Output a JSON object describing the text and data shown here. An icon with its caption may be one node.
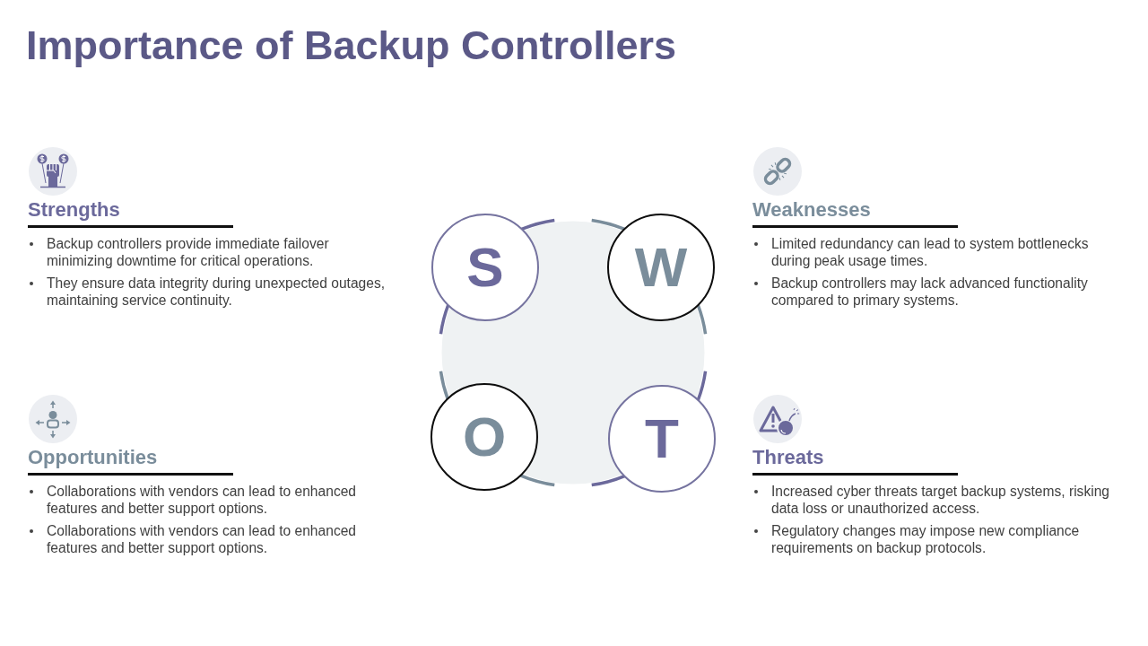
{
  "diagram": {
    "title": "Importance of Backup Controllers",
    "nodes": [
      {
        "text": [
          "S"
        ]
      },
      {
        "text": [
          "W"
        ]
      },
      {
        "text": [
          "O"
        ]
      },
      {
        "text": [
          "T"
        ]
      }
    ],
    "labels": [
      "Strengths",
      "Backup controllers provide immediate failover minimizing downtime for critical operations.",
      "They ensure data integrity during unexpected outages, maintaining service continuity.",
      "Weaknesses",
      "Limited redundancy can lead to system bottlenecks during peak usage times.",
      "Backup controllers may lack advanced functionality compared to primary systems.",
      "Opportunities",
      "Collaborations with vendors can lead to enhanced features and better support options.",
      "Collaborations with vendors can lead to enhanced features and better support options.",
      "Threats",
      "Increased cyber threats target backup systems, risking data loss or unauthorized access.",
      "Regulatory changes may impose new compliance requirements on backup protocols."
    ]
  }
}
